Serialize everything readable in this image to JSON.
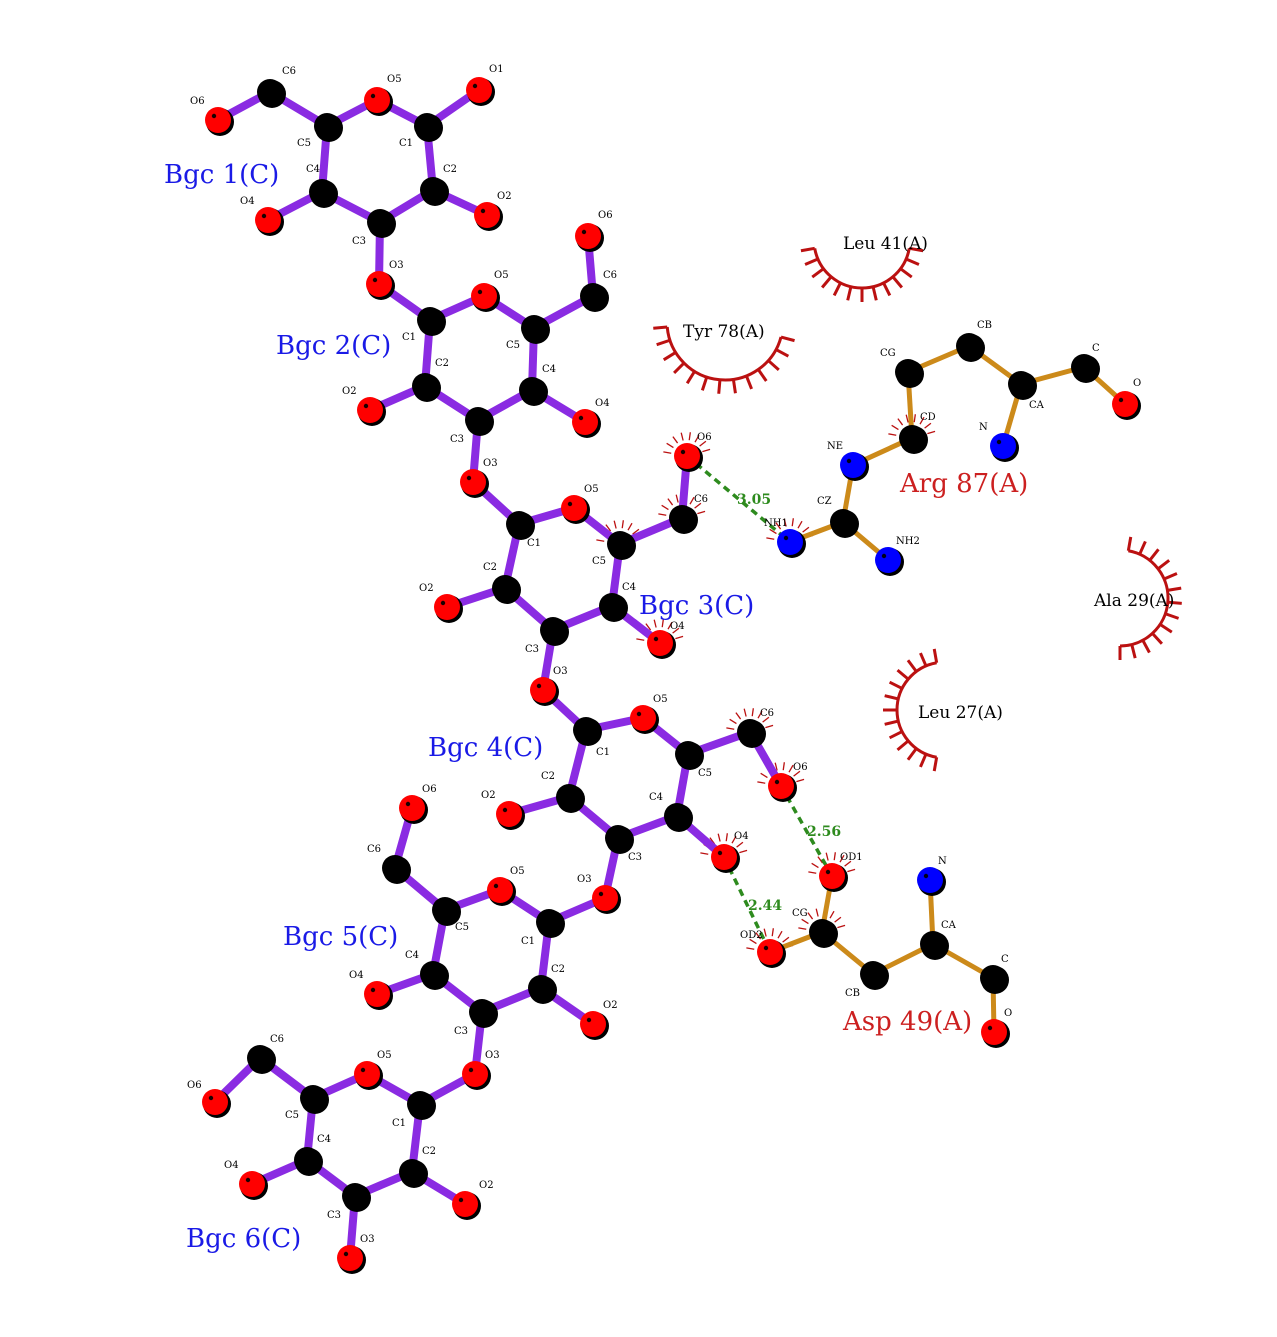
{
  "colors": {
    "ligand_bond": "#8a2be2",
    "residue_bond": "#cc8a1a",
    "hbond": "#2e8b1e",
    "carbon": "#000000",
    "oxygen": "#ff0000",
    "nitrogen": "#0000ff",
    "ligand_label": "#1a1ae6",
    "residue_label": "#cc2020",
    "hydrophobic_arc": "#bb1111"
  },
  "ligand_residues": [
    {
      "id": "bgc1",
      "label": "Bgc 1(C)"
    },
    {
      "id": "bgc2",
      "label": "Bgc 2(C)"
    },
    {
      "id": "bgc3",
      "label": "Bgc 3(C)"
    },
    {
      "id": "bgc4",
      "label": "Bgc 4(C)"
    },
    {
      "id": "bgc5",
      "label": "Bgc 5(C)"
    },
    {
      "id": "bgc6",
      "label": "Bgc 6(C)"
    }
  ],
  "bonded_residues": [
    {
      "id": "arg87",
      "label": "Arg 87(A)"
    },
    {
      "id": "asp49",
      "label": "Asp 49(A)"
    }
  ],
  "hydrophobic_residues": [
    {
      "id": "leu41",
      "label": "Leu 41(A)"
    },
    {
      "id": "tyr78",
      "label": "Tyr 78(A)"
    },
    {
      "id": "ala29",
      "label": "Ala 29(A)"
    },
    {
      "id": "leu27",
      "label": "Leu 27(A)"
    }
  ],
  "hydrogen_bonds": [
    {
      "id": "hb1",
      "distance": "3.05"
    },
    {
      "id": "hb2",
      "distance": "2.56"
    },
    {
      "id": "hb3",
      "distance": "2.44"
    }
  ],
  "atoms": [
    {
      "id": "b1_C6",
      "el": "C",
      "label": "C6"
    },
    {
      "id": "b1_O6",
      "el": "O",
      "label": "O6"
    },
    {
      "id": "b1_C5",
      "el": "C",
      "label": "C5"
    },
    {
      "id": "b1_O5",
      "el": "O",
      "label": "O5"
    },
    {
      "id": "b1_C1",
      "el": "C",
      "label": "C1"
    },
    {
      "id": "b1_O1",
      "el": "O",
      "label": "O1"
    },
    {
      "id": "b1_C2",
      "el": "C",
      "label": "C2"
    },
    {
      "id": "b1_O2",
      "el": "O",
      "label": "O2"
    },
    {
      "id": "b1_C3",
      "el": "C",
      "label": "C3"
    },
    {
      "id": "b1_C4",
      "el": "C",
      "label": "C4"
    },
    {
      "id": "b1_O4",
      "el": "O",
      "label": "O4"
    },
    {
      "id": "b1_O3",
      "el": "O",
      "label": "O3"
    },
    {
      "id": "b2_C1",
      "el": "C",
      "label": "C1"
    },
    {
      "id": "b2_O5",
      "el": "O",
      "label": "O5"
    },
    {
      "id": "b2_C5",
      "el": "C",
      "label": "C5"
    },
    {
      "id": "b2_C6",
      "el": "C",
      "label": "C6"
    },
    {
      "id": "b2_O6",
      "el": "O",
      "label": "O6"
    },
    {
      "id": "b2_C4",
      "el": "C",
      "label": "C4"
    },
    {
      "id": "b2_O4",
      "el": "O",
      "label": "O4"
    },
    {
      "id": "b2_C3",
      "el": "C",
      "label": "C3"
    },
    {
      "id": "b2_C2",
      "el": "C",
      "label": "C2"
    },
    {
      "id": "b2_O2",
      "el": "O",
      "label": "O2"
    },
    {
      "id": "b2_O3",
      "el": "O",
      "label": "O3"
    },
    {
      "id": "b3_C1",
      "el": "C",
      "label": "C1"
    },
    {
      "id": "b3_O5",
      "el": "O",
      "label": "O5"
    },
    {
      "id": "b3_C5",
      "el": "C",
      "label": "C5"
    },
    {
      "id": "b3_C6",
      "el": "C",
      "label": "C6"
    },
    {
      "id": "b3_O6",
      "el": "O",
      "label": "O6"
    },
    {
      "id": "b3_C4",
      "el": "C",
      "label": "C4"
    },
    {
      "id": "b3_O4",
      "el": "O",
      "label": "O4"
    },
    {
      "id": "b3_C3",
      "el": "C",
      "label": "C3"
    },
    {
      "id": "b3_C2",
      "el": "C",
      "label": "C2"
    },
    {
      "id": "b3_O2",
      "el": "O",
      "label": "O2"
    },
    {
      "id": "b3_O3",
      "el": "O",
      "label": "O3"
    },
    {
      "id": "b4_C1",
      "el": "C",
      "label": "C1"
    },
    {
      "id": "b4_O5",
      "el": "O",
      "label": "O5"
    },
    {
      "id": "b4_C5",
      "el": "C",
      "label": "C5"
    },
    {
      "id": "b4_C6",
      "el": "C",
      "label": "C6"
    },
    {
      "id": "b4_O6",
      "el": "O",
      "label": "O6"
    },
    {
      "id": "b4_C4",
      "el": "C",
      "label": "C4"
    },
    {
      "id": "b4_O4",
      "el": "O",
      "label": "O4"
    },
    {
      "id": "b4_C3",
      "el": "C",
      "label": "C3"
    },
    {
      "id": "b4_C2",
      "el": "C",
      "label": "C2"
    },
    {
      "id": "b4_O2",
      "el": "O",
      "label": "O2"
    },
    {
      "id": "b4_O3",
      "el": "O",
      "label": "O3"
    },
    {
      "id": "b5_O6",
      "el": "O",
      "label": "O6"
    },
    {
      "id": "b5_C6",
      "el": "C",
      "label": "C6"
    },
    {
      "id": "b5_C5",
      "el": "C",
      "label": "C5"
    },
    {
      "id": "b5_O5",
      "el": "O",
      "label": "O5"
    },
    {
      "id": "b5_C1",
      "el": "C",
      "label": "C1"
    },
    {
      "id": "b5_C2",
      "el": "C",
      "label": "C2"
    },
    {
      "id": "b5_O2",
      "el": "O",
      "label": "O2"
    },
    {
      "id": "b5_C3",
      "el": "C",
      "label": "C3"
    },
    {
      "id": "b5_C4",
      "el": "C",
      "label": "C4"
    },
    {
      "id": "b5_O4",
      "el": "O",
      "label": "O4"
    },
    {
      "id": "b5_O3",
      "el": "O",
      "label": "O3"
    },
    {
      "id": "b6_C6",
      "el": "C",
      "label": "C6"
    },
    {
      "id": "b6_O6",
      "el": "O",
      "label": "O6"
    },
    {
      "id": "b6_C5",
      "el": "C",
      "label": "C5"
    },
    {
      "id": "b6_O5",
      "el": "O",
      "label": "O5"
    },
    {
      "id": "b6_C1",
      "el": "C",
      "label": "C1"
    },
    {
      "id": "b6_C2",
      "el": "C",
      "label": "C2"
    },
    {
      "id": "b6_O2",
      "el": "O",
      "label": "O2"
    },
    {
      "id": "b6_C3",
      "el": "C",
      "label": "C3"
    },
    {
      "id": "b6_O3",
      "el": "O",
      "label": "O3"
    },
    {
      "id": "b6_C4",
      "el": "C",
      "label": "C4"
    },
    {
      "id": "b6_O4",
      "el": "O",
      "label": "O4"
    },
    {
      "id": "r87_CB",
      "el": "C",
      "label": "CB"
    },
    {
      "id": "r87_CG",
      "el": "C",
      "label": "CG"
    },
    {
      "id": "r87_CA",
      "el": "C",
      "label": "CA"
    },
    {
      "id": "r87_C",
      "el": "C",
      "label": "C"
    },
    {
      "id": "r87_O",
      "el": "O",
      "label": "O"
    },
    {
      "id": "r87_N",
      "el": "N",
      "label": "N"
    },
    {
      "id": "r87_CD",
      "el": "C",
      "label": "CD"
    },
    {
      "id": "r87_NE",
      "el": "N",
      "label": "NE"
    },
    {
      "id": "r87_CZ",
      "el": "C",
      "label": "CZ"
    },
    {
      "id": "r87_NH1",
      "el": "N",
      "label": "NH1"
    },
    {
      "id": "r87_NH2",
      "el": "N",
      "label": "NH2"
    },
    {
      "id": "d49_OD1",
      "el": "O",
      "label": "OD1"
    },
    {
      "id": "d49_N",
      "el": "N",
      "label": "N"
    },
    {
      "id": "d49_CG",
      "el": "C",
      "label": "CG"
    },
    {
      "id": "d49_CA",
      "el": "C",
      "label": "CA"
    },
    {
      "id": "d49_OD2",
      "el": "O",
      "label": "OD2"
    },
    {
      "id": "d49_CB",
      "el": "C",
      "label": "CB"
    },
    {
      "id": "d49_C",
      "el": "C",
      "label": "C"
    },
    {
      "id": "d49_O",
      "el": "O",
      "label": "O"
    }
  ]
}
